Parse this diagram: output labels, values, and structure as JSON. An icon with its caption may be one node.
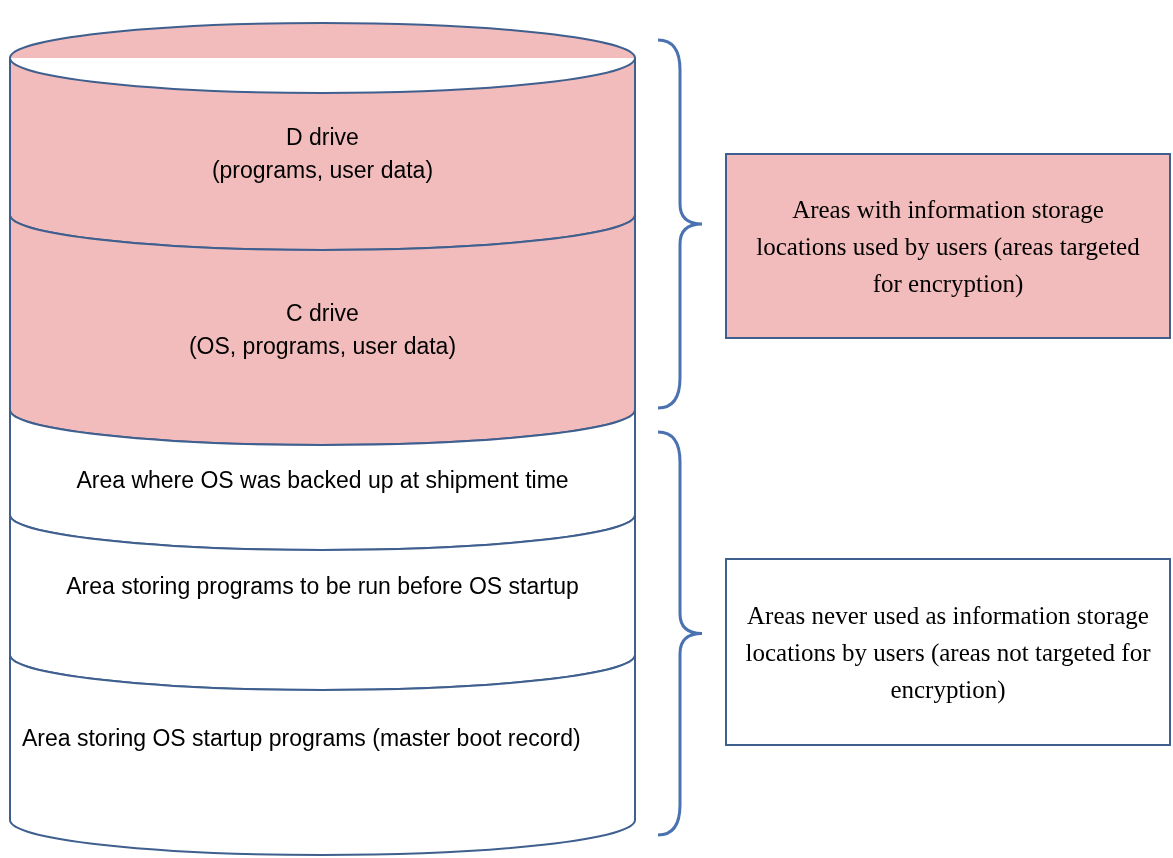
{
  "diagram": {
    "nodes": [
      {
        "text": [
          "D drive",
          "(programs, user data)"
        ]
      },
      {
        "text": [
          "C drive",
          "(OS, programs, user data)"
        ]
      },
      {
        "text": [
          "Area where OS was backed up at shipment time"
        ]
      },
      {
        "text": [
          "Area storing programs to be run before OS startup"
        ]
      },
      {
        "text": [
          "Area storing OS startup programs (master boot record)"
        ]
      },
      {
        "text": [
          "Areas with information storage locations used by users (areas targeted for encryption)"
        ]
      },
      {
        "text": [
          "Areas never used as information storage locations by users (areas not targeted for encryption)"
        ]
      }
    ]
  }
}
